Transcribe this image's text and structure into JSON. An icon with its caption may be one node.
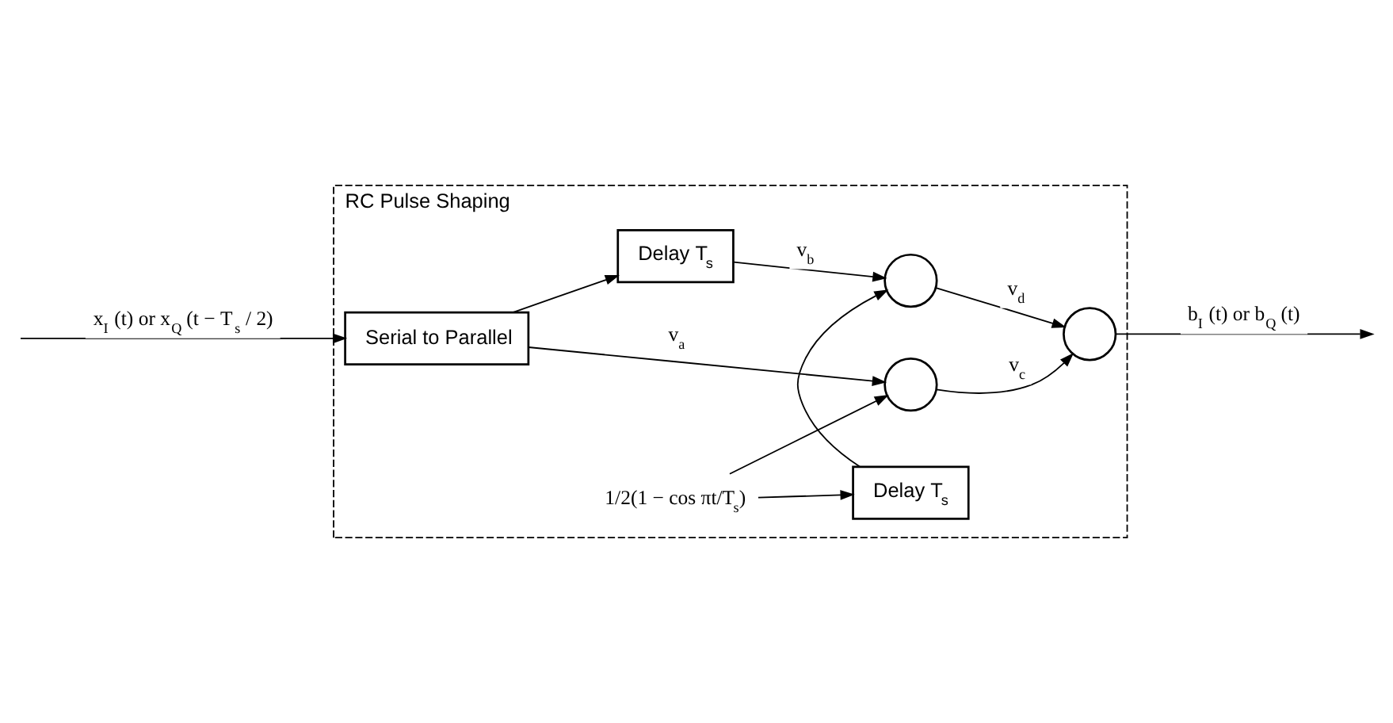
{
  "diagram": {
    "nodes": [
      {
        "text": [
          "RC Pulse Shaping"
        ]
      },
      {
        "text": [
          "Serial to Parallel"
        ],
        "in": 0
      },
      {
        "text": [
          "Delay T$_{s}$"
        ],
        "in": 0
      },
      {
        "text": [],
        "shape": "circle",
        "in": 0
      },
      {
        "text": [
          "Delay T$_{s}$"
        ],
        "in": 0
      },
      {
        "text": [],
        "shape": "circle",
        "in": 0
      },
      {
        "text": [],
        "shape": "circle",
        "in": 0
      },
      {
        "text": [
          "1/2(1 − cos πt/T$_{s}$)"
        ],
        "in": 0
      }
    ],
    "edges": [
      {
        "from": null,
        "to": 1,
        "arrow": "to",
        "label": "x$_{I}$ (t) or x$_{Q}$ (t − T$_{s}$ / 2)"
      },
      {
        "from": 1,
        "to": 3,
        "arrow": "to",
        "label": "v$_{a}$"
      },
      {
        "from": 1,
        "to": 2,
        "arrow": "to"
      },
      {
        "from": 2,
        "to": 5,
        "arrow": "to",
        "label": "v$_{b}$"
      },
      {
        "from": 7,
        "to": 3,
        "arrow": "to"
      },
      {
        "from": 7,
        "to": 4,
        "arrow": "to"
      },
      {
        "from": 4,
        "to": 5,
        "arrow": "to"
      },
      {
        "from": 3,
        "to": 6,
        "arrow": "to",
        "label": "v$_{c}$"
      },
      {
        "from": 5,
        "to": 6,
        "arrow": "to",
        "label": "v$_{d}$"
      },
      {
        "from": 6,
        "to": null,
        "arrow": "to",
        "label": "b$_{I}$ (t) or b$_{Q}$ (t)"
      }
    ]
  }
}
